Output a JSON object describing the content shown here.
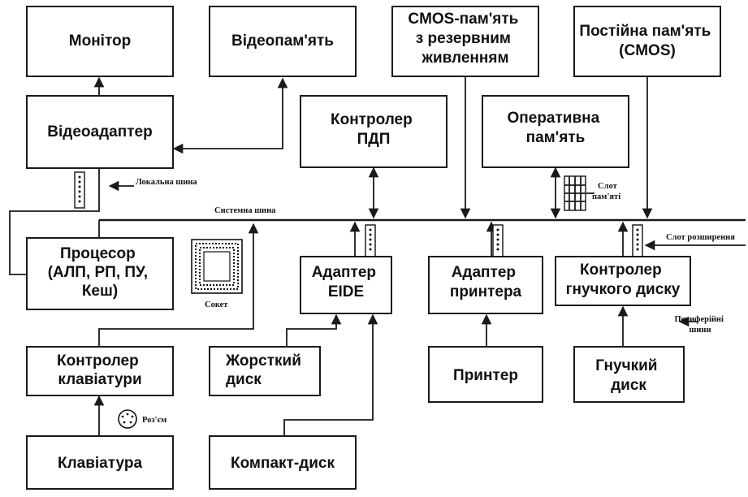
{
  "blocks": {
    "monitor": [
      "Монітор"
    ],
    "videomem": [
      "Відеопам'ять"
    ],
    "cmos_backup": [
      "CMOS-пам'ять",
      "з резервним",
      "живленням"
    ],
    "rom": [
      "Постійна пам'ять",
      "(CMOS)"
    ],
    "videoadapter": [
      "Відеоадаптер"
    ],
    "dma": [
      "Контролер",
      "ПДП"
    ],
    "ram": [
      "Оперативна",
      "пам'ять"
    ],
    "cpu": [
      "Процесор",
      "(АЛП, РП, ПУ,",
      "Кеш)"
    ],
    "eide": [
      "Адаптер",
      "EIDE"
    ],
    "printer_adapter": [
      "Адаптер",
      "принтера"
    ],
    "fdc": [
      "Контролер",
      "гнучкого диску"
    ],
    "kbd_ctrl": [
      "Контролер",
      "клавіатури"
    ],
    "hdd": [
      "Жорсткий",
      "диск"
    ],
    "printer": [
      "Принтер"
    ],
    "floppy": [
      "Гнучкий",
      "диск"
    ],
    "keyboard": [
      "Клавіатура"
    ],
    "cdrom": [
      "Компакт-диск"
    ]
  },
  "labels": {
    "local_bus": "Локальна шина",
    "system_bus": "Системна шина",
    "socket": "Сокет",
    "memory_slot": [
      "Слот",
      "пам'яті"
    ],
    "expansion_slot": "Слот розширення",
    "peripheral_bus": [
      "Периферійні",
      "шини"
    ],
    "connector": "Роз'єм"
  }
}
